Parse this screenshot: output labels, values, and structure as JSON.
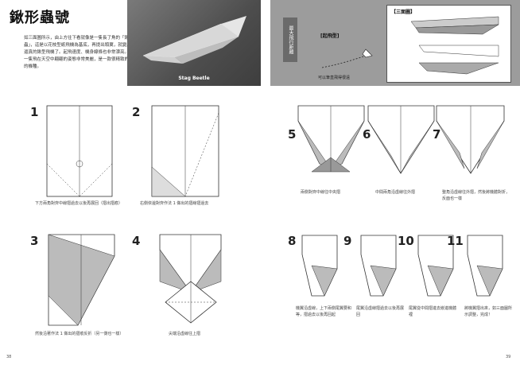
{
  "header": {
    "title": "鍬形蟲號",
    "intro": "如三面圖所示，由上方往下看就像是一隻長了角的「鍬形蟲」，這是以花枝型紙飛機為基底，再提出頭翼，就變成造型逼真的鍬型飛機了。起飛速度、機身線條也非常漂亮。頭著一隻飛在天空中翩翩的姿態非常美麗，是一款很精致的機型的機種。",
    "photo_caption": "Stag Beetle",
    "vertical_label": "最大飛行距離",
    "flight_label": "[起飛型]",
    "sanmen_label": "【三面圖】",
    "flight_caption": "可以筆直飛得很遠"
  },
  "steps": [
    {
      "num": "1",
      "caption": "下方兩角對齊中線摺過去以後再展回（摺出摺痕）"
    },
    {
      "num": "2",
      "caption": "右側依邊對齊作法 1 做出的摺線摺過去"
    },
    {
      "num": "3",
      "caption": "然後沿著作法 1 做出的摺痕反折（另一側也一樣）"
    },
    {
      "num": "4",
      "caption": "尖端沿虛線往上摺"
    },
    {
      "num": "5",
      "caption": "兩側對齊中線往中央摺"
    },
    {
      "num": "6",
      "caption": "中間兩角沿虛線往外摺"
    },
    {
      "num": "7",
      "caption": "整角沿虛線往外摺，然後將機體對折，反面也一樣"
    },
    {
      "num": "8",
      "caption": "機翼沿虛線，上下兩側尾翼要和等，摺過去以後再回起"
    },
    {
      "num": "9",
      "caption": "尾翼沿虛線摺過去以後再展回"
    },
    {
      "num": "10",
      "caption": "尾翼從中間摺進去嵌進機體裡"
    },
    {
      "num": "11",
      "caption": "將機翼摺出來，如三面圖所示調整，完成！"
    }
  ],
  "page_numbers": {
    "left": "38",
    "right": "39"
  }
}
